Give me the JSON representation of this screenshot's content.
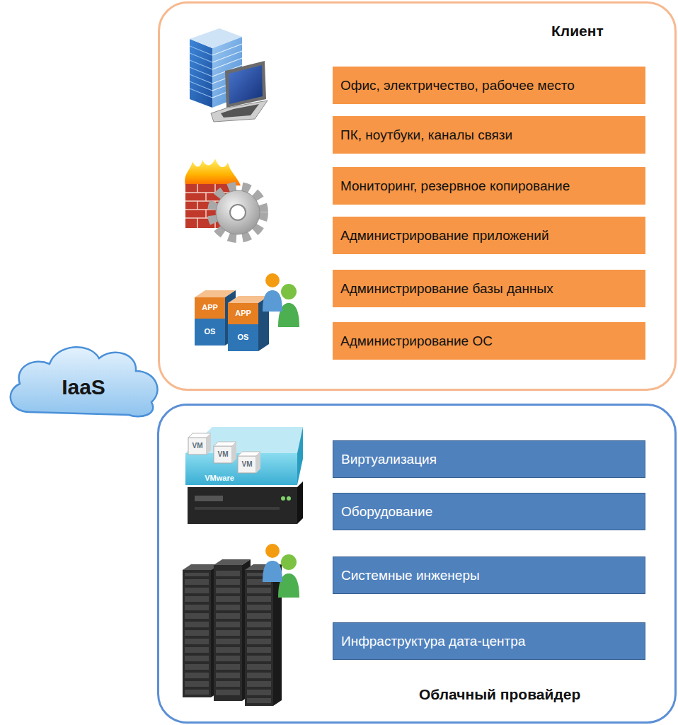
{
  "diagram": {
    "nodes": [
      {
        "text": [
          "Клиент"
        ]
      },
      {
        "text": [
          "Офис, электричество, рабочее место"
        ],
        "in": 0
      },
      {
        "text": [
          "ПК, ноутбуки, каналы связи"
        ],
        "in": 0
      },
      {
        "text": [
          "Мониторинг, резервное копирование"
        ],
        "in": 0
      },
      {
        "text": [
          "Администрирование приложений"
        ],
        "in": 0
      },
      {
        "text": [
          "Администрирование базы данных"
        ],
        "in": 0
      },
      {
        "text": [
          "Администрирование ОС"
        ],
        "in": 0
      },
      {
        "text": [
          "IaaS"
        ]
      },
      {
        "text": [
          "Облачный провайдер"
        ]
      },
      {
        "text": [
          "Виртуализация"
        ],
        "in": 8
      },
      {
        "text": [
          "Оборудование"
        ],
        "in": 8
      },
      {
        "text": [
          "Системные инженеры"
        ],
        "in": 8
      },
      {
        "text": [
          "Инфраструктура дата-центра"
        ],
        "in": 8
      }
    ],
    "labels": [
      "APP",
      "APP",
      "OS",
      "OS",
      "VM",
      "VM",
      "VM",
      "VMware"
    ]
  }
}
